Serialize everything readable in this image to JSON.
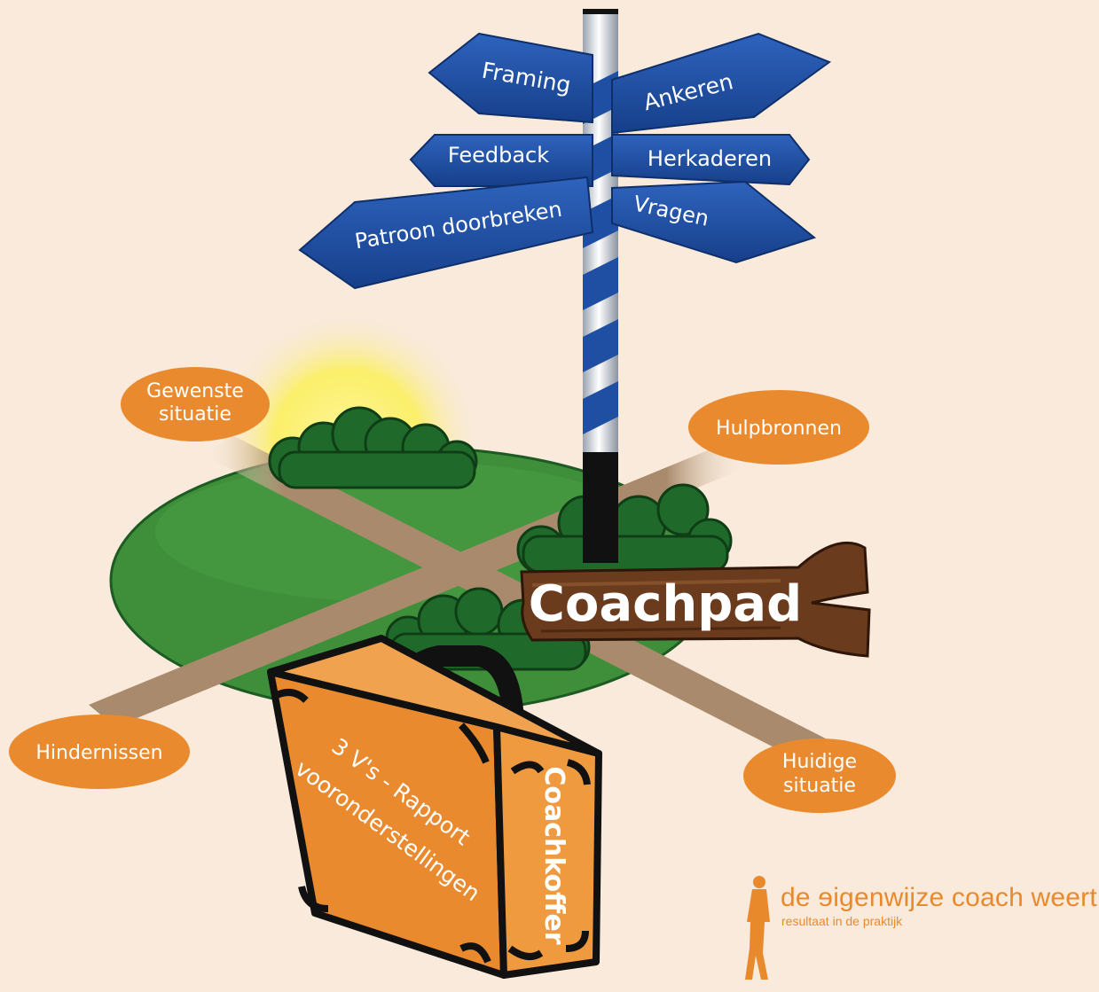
{
  "signpost": {
    "left_signs": [
      "Framing",
      "Feedback",
      "Patroon doorbreken"
    ],
    "right_signs": [
      "Ankeren",
      "Herkaderen",
      "Vragen"
    ]
  },
  "path_sign": "Coachpad",
  "bubbles": {
    "top_left": [
      "Gewenste",
      "situatie"
    ],
    "top_right": "Hulpbronnen",
    "bottom_left": "Hindernissen",
    "bottom_right": [
      "Huidige",
      "situatie"
    ]
  },
  "suitcase": {
    "front_lines": [
      "3 V's - Rapport",
      "vooronderstellingen"
    ],
    "side": "Coachkoffer"
  },
  "logo": {
    "title": "de ɘigenwijze coach weert",
    "subtitle": "resultaat in de praktijk"
  },
  "colors": {
    "background": "#f9eadb",
    "sign_blue": "#1f4fa3",
    "orange": "#ea8a2e",
    "hill_green": "#3f8f3a",
    "bush_green": "#1f6a2a",
    "path_brown": "#a98a6c",
    "wood_brown": "#6a3b1d"
  }
}
